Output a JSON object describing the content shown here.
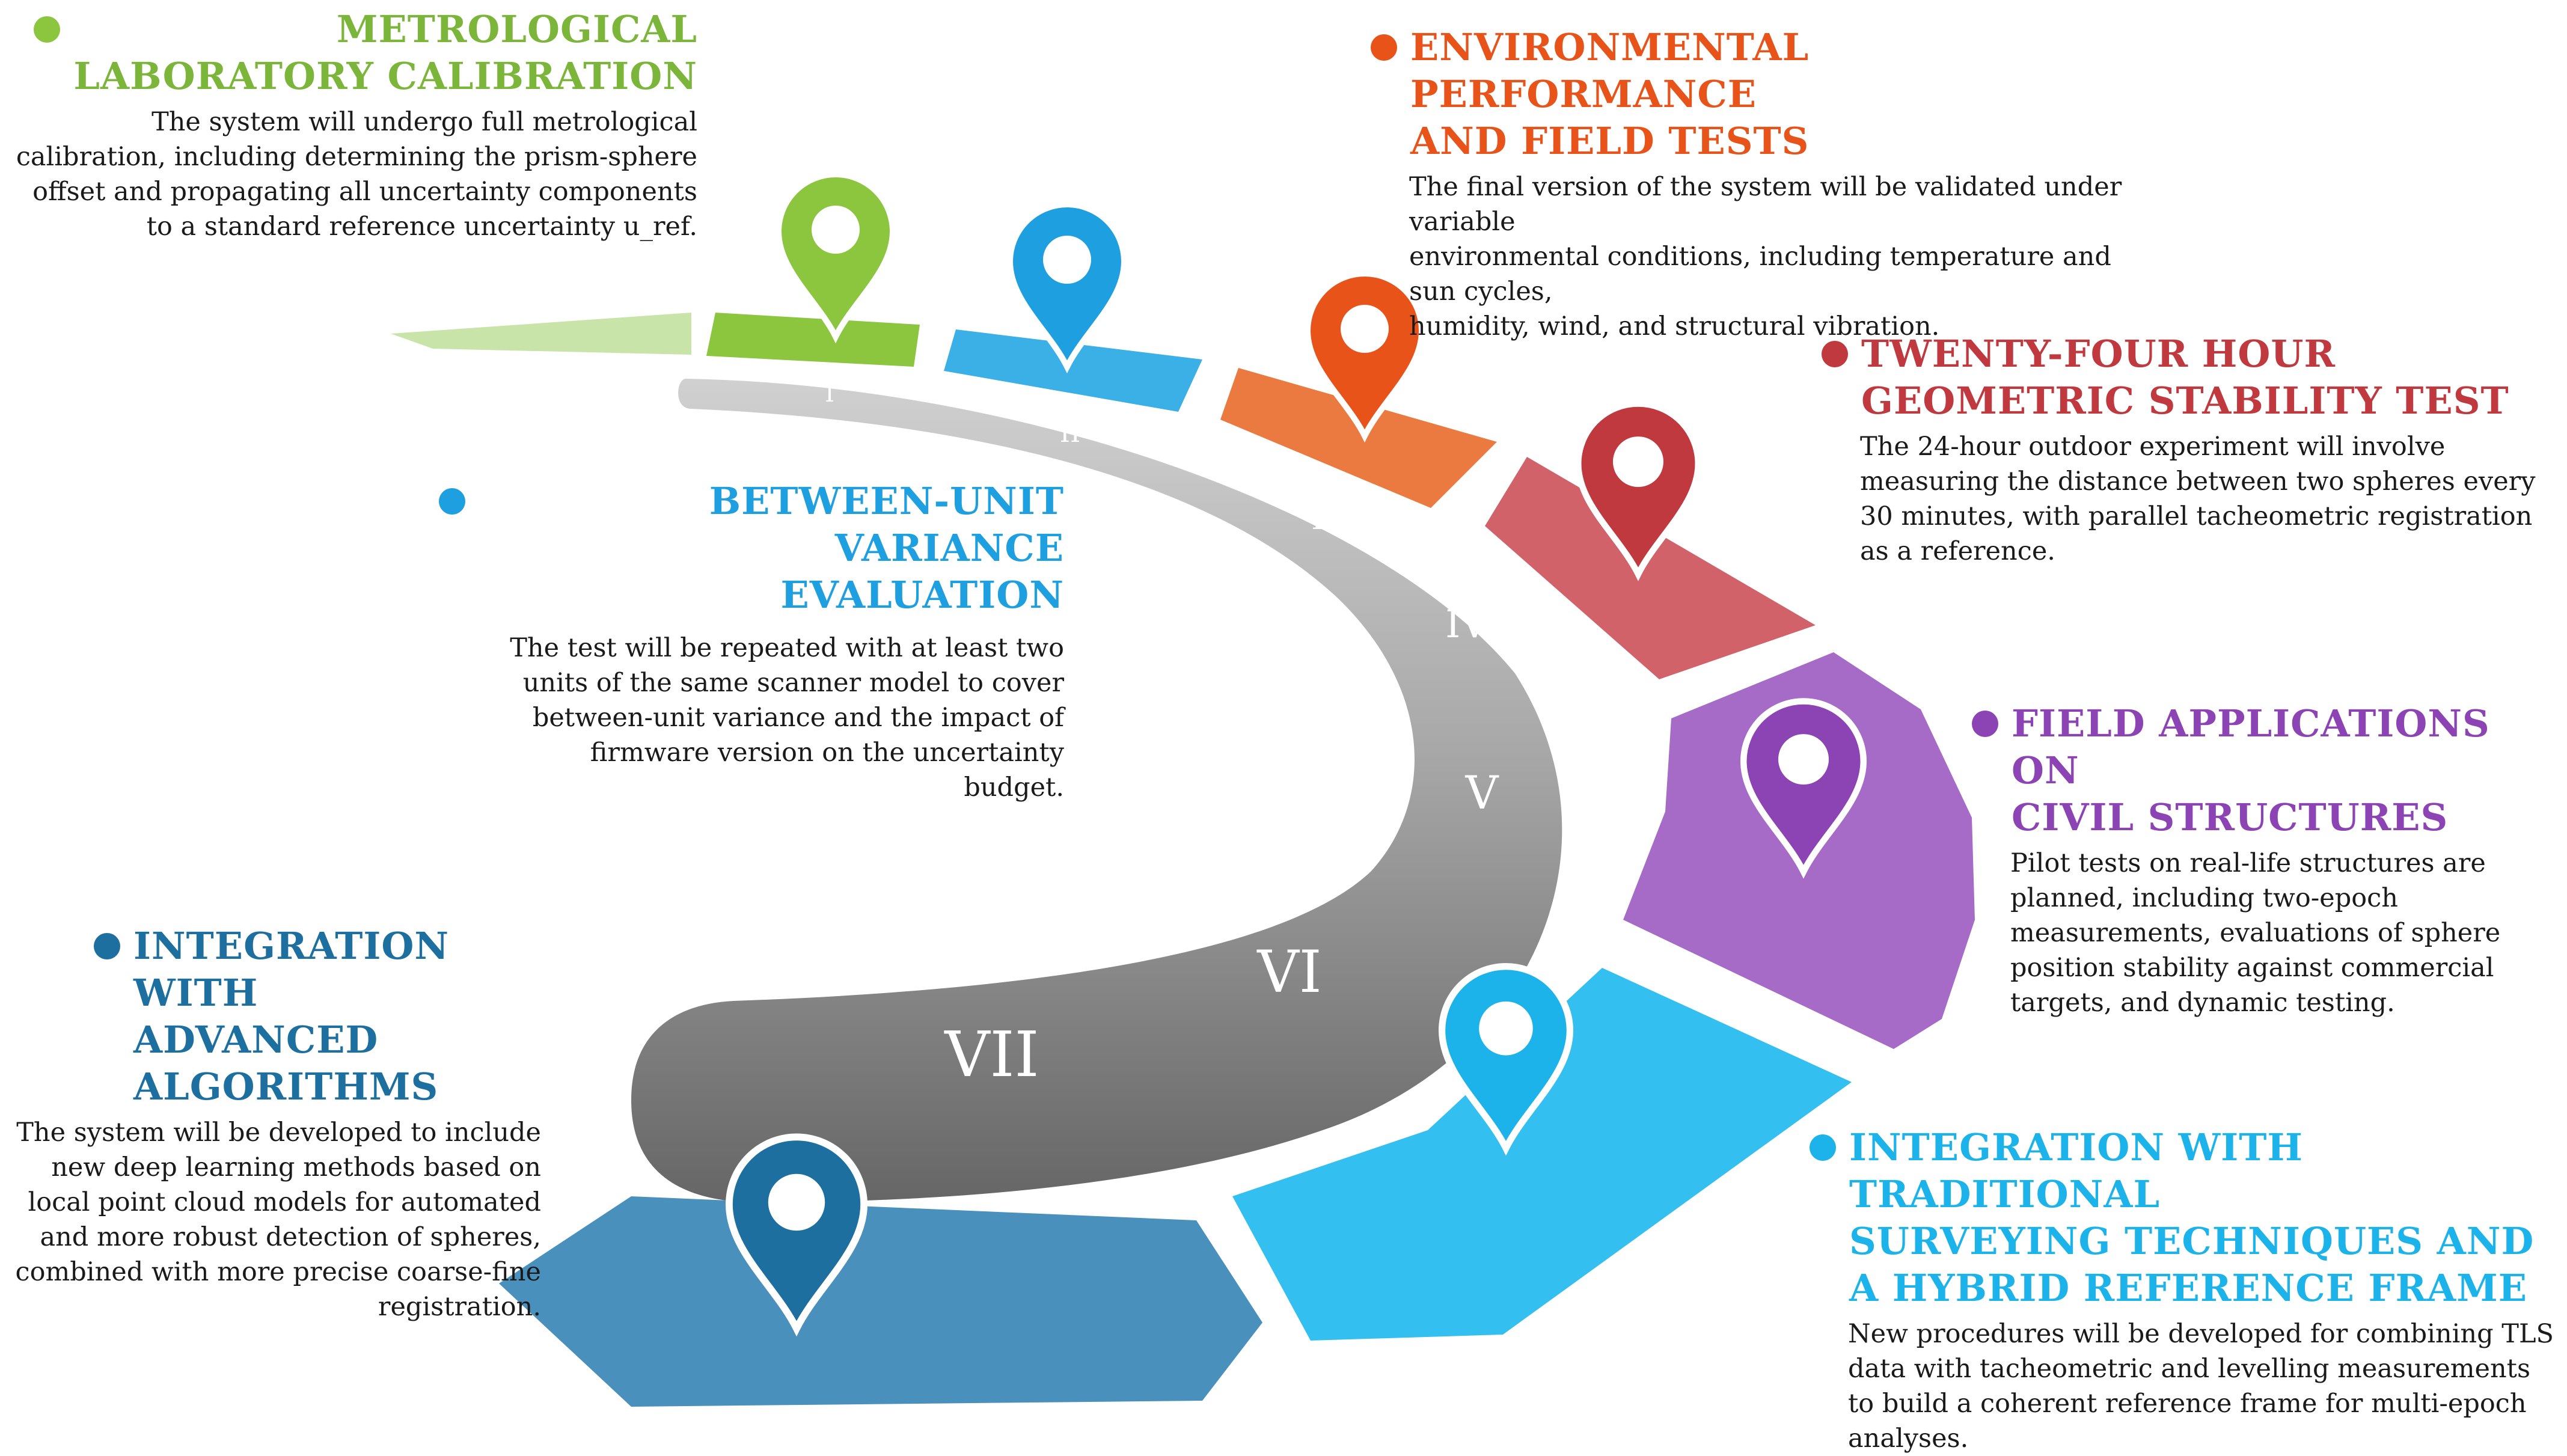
{
  "colors": {
    "green": "#8cc63f",
    "green_text": "#7bb63a",
    "blue": "#1e9fe0",
    "orange": "#e8531a",
    "red": "#c0393e",
    "purple": "#8c44b4",
    "cyan": "#1cb3ea",
    "navy": "#1d6fa0",
    "road_light": "#cccccc",
    "road_dark": "#6a6a6a"
  },
  "stages": [
    {
      "id": "I",
      "numeral": "I",
      "title": [
        "METROLOGICAL",
        "LABORATORY CALIBRATION"
      ],
      "body": [
        "The system will undergo full metrological",
        "calibration, including determining the prism-sphere",
        "offset and propagating all uncertainty components",
        "to a standard reference uncertainty u_ref."
      ],
      "pin_icon": "location-pin-icon"
    },
    {
      "id": "II",
      "numeral": "II",
      "title": [
        "BETWEEN-UNIT VARIANCE",
        "EVALUATION"
      ],
      "body": [
        "The test will be repeated with at least two",
        "units of the same scanner model to cover",
        "between-unit variance and the impact of",
        "firmware version on the uncertainty",
        "budget."
      ],
      "pin_icon": "location-pin-icon"
    },
    {
      "id": "III",
      "numeral": "III",
      "title": [
        "ENVIRONMENTAL PERFORMANCE",
        "AND FIELD TESTS"
      ],
      "body": [
        "The final version of the system will be validated under variable",
        "environmental conditions, including temperature and sun cycles,",
        "humidity, wind, and structural vibration."
      ],
      "pin_icon": "location-pin-icon"
    },
    {
      "id": "IV",
      "numeral": "IV",
      "title": [
        "TWENTY-FOUR HOUR",
        "GEOMETRIC STABILITY TEST"
      ],
      "body": [
        "The 24-hour outdoor experiment will involve",
        "measuring the distance between two spheres every",
        "30 minutes, with parallel tacheometric registration",
        "as a reference."
      ],
      "pin_icon": "location-pin-icon"
    },
    {
      "id": "V",
      "numeral": "V",
      "title": [
        "FIELD APPLICATIONS ON",
        "CIVIL STRUCTURES"
      ],
      "body": [
        "Pilot tests on real-life structures are",
        "planned, including two-epoch",
        "measurements, evaluations of sphere",
        "position stability against commercial",
        "targets, and dynamic testing."
      ],
      "pin_icon": "location-pin-icon"
    },
    {
      "id": "VI",
      "numeral": "VI",
      "title": [
        "INTEGRATION WITH TRADITIONAL",
        "SURVEYING TECHNIQUES AND",
        "A HYBRID REFERENCE FRAME"
      ],
      "body": [
        "New procedures will be developed for combining TLS",
        "data with tacheometric and levelling measurements",
        "to build a coherent reference frame for multi-epoch",
        "analyses."
      ],
      "pin_icon": "location-pin-icon"
    },
    {
      "id": "VII",
      "numeral": "VII",
      "title": [
        "INTEGRATION WITH",
        "ADVANCED ALGORITHMS"
      ],
      "body": [
        "The system will be developed to include",
        "new deep learning methods based on",
        "local point cloud models for automated",
        "and more robust detection of spheres,",
        "combined with more precise coarse-fine",
        "registration."
      ],
      "pin_icon": "location-pin-icon"
    }
  ]
}
